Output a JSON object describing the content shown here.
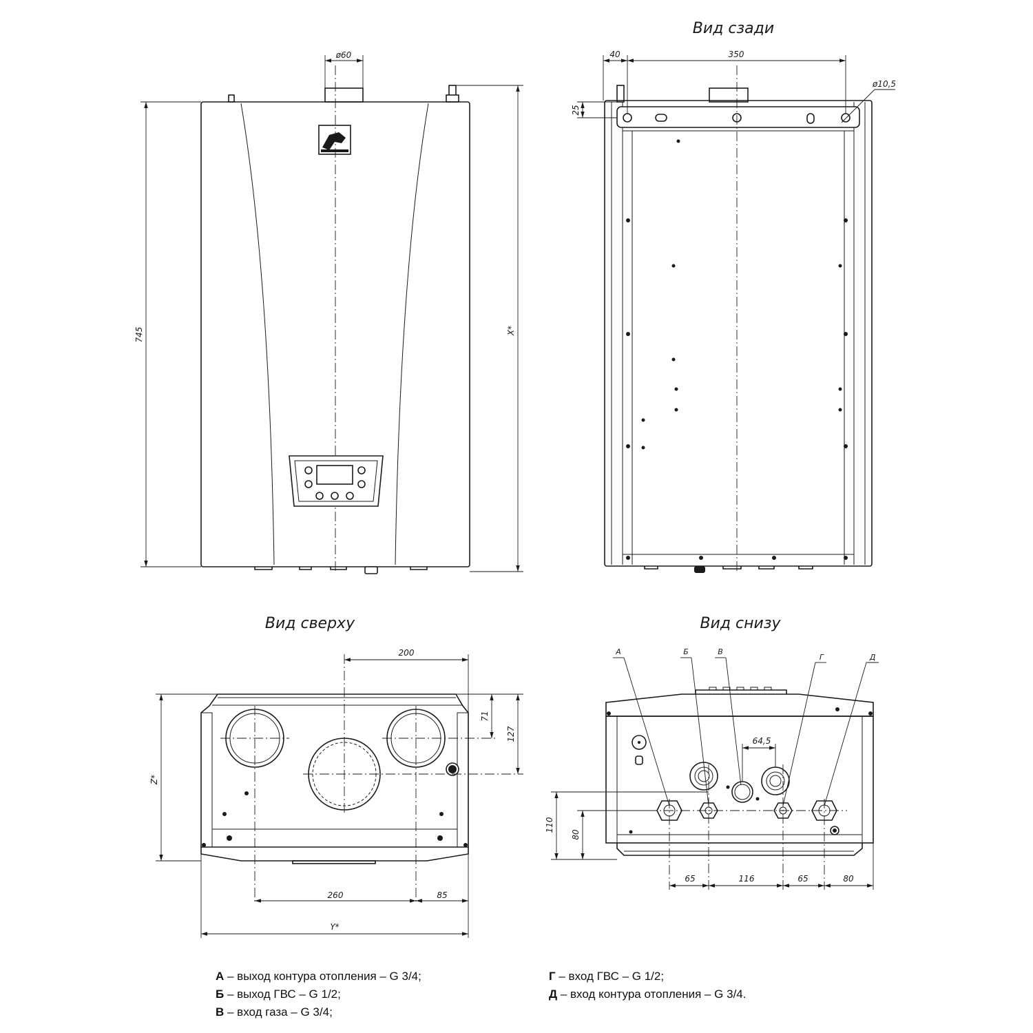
{
  "views": {
    "back": "Вид сзади",
    "top": "Вид сверху",
    "bottom": "Вид снизу"
  },
  "dimensions": {
    "front": {
      "flue": "ø60",
      "height": "745",
      "x_height": "X*"
    },
    "back": {
      "offset": "40",
      "width": "350",
      "hole": "ø10,5",
      "bracket": "25"
    },
    "top": {
      "d200": "200",
      "d71": "71",
      "d127": "127",
      "z_depth": "Z*",
      "d260": "260",
      "d85": "85",
      "y_width": "Y*"
    },
    "bottom": {
      "d64_5": "64,5",
      "d110": "110",
      "d80v": "80",
      "d65a": "65",
      "d116": "116",
      "d65b": "65",
      "d80h": "80"
    }
  },
  "connection_letters": [
    "А",
    "Б",
    "В",
    "Г",
    "Д"
  ],
  "legend": [
    {
      "key": "А",
      "text": " – выход контура отопления – G 3/4;"
    },
    {
      "key": "Б",
      "text": " – выход ГВС – G 1/2;"
    },
    {
      "key": "В",
      "text": " – вход газа – G 3/4;"
    },
    {
      "key": "Г",
      "text": " – вход ГВС – G 1/2;"
    },
    {
      "key": "Д",
      "text": " – вход контура отопления – G 3/4."
    }
  ]
}
